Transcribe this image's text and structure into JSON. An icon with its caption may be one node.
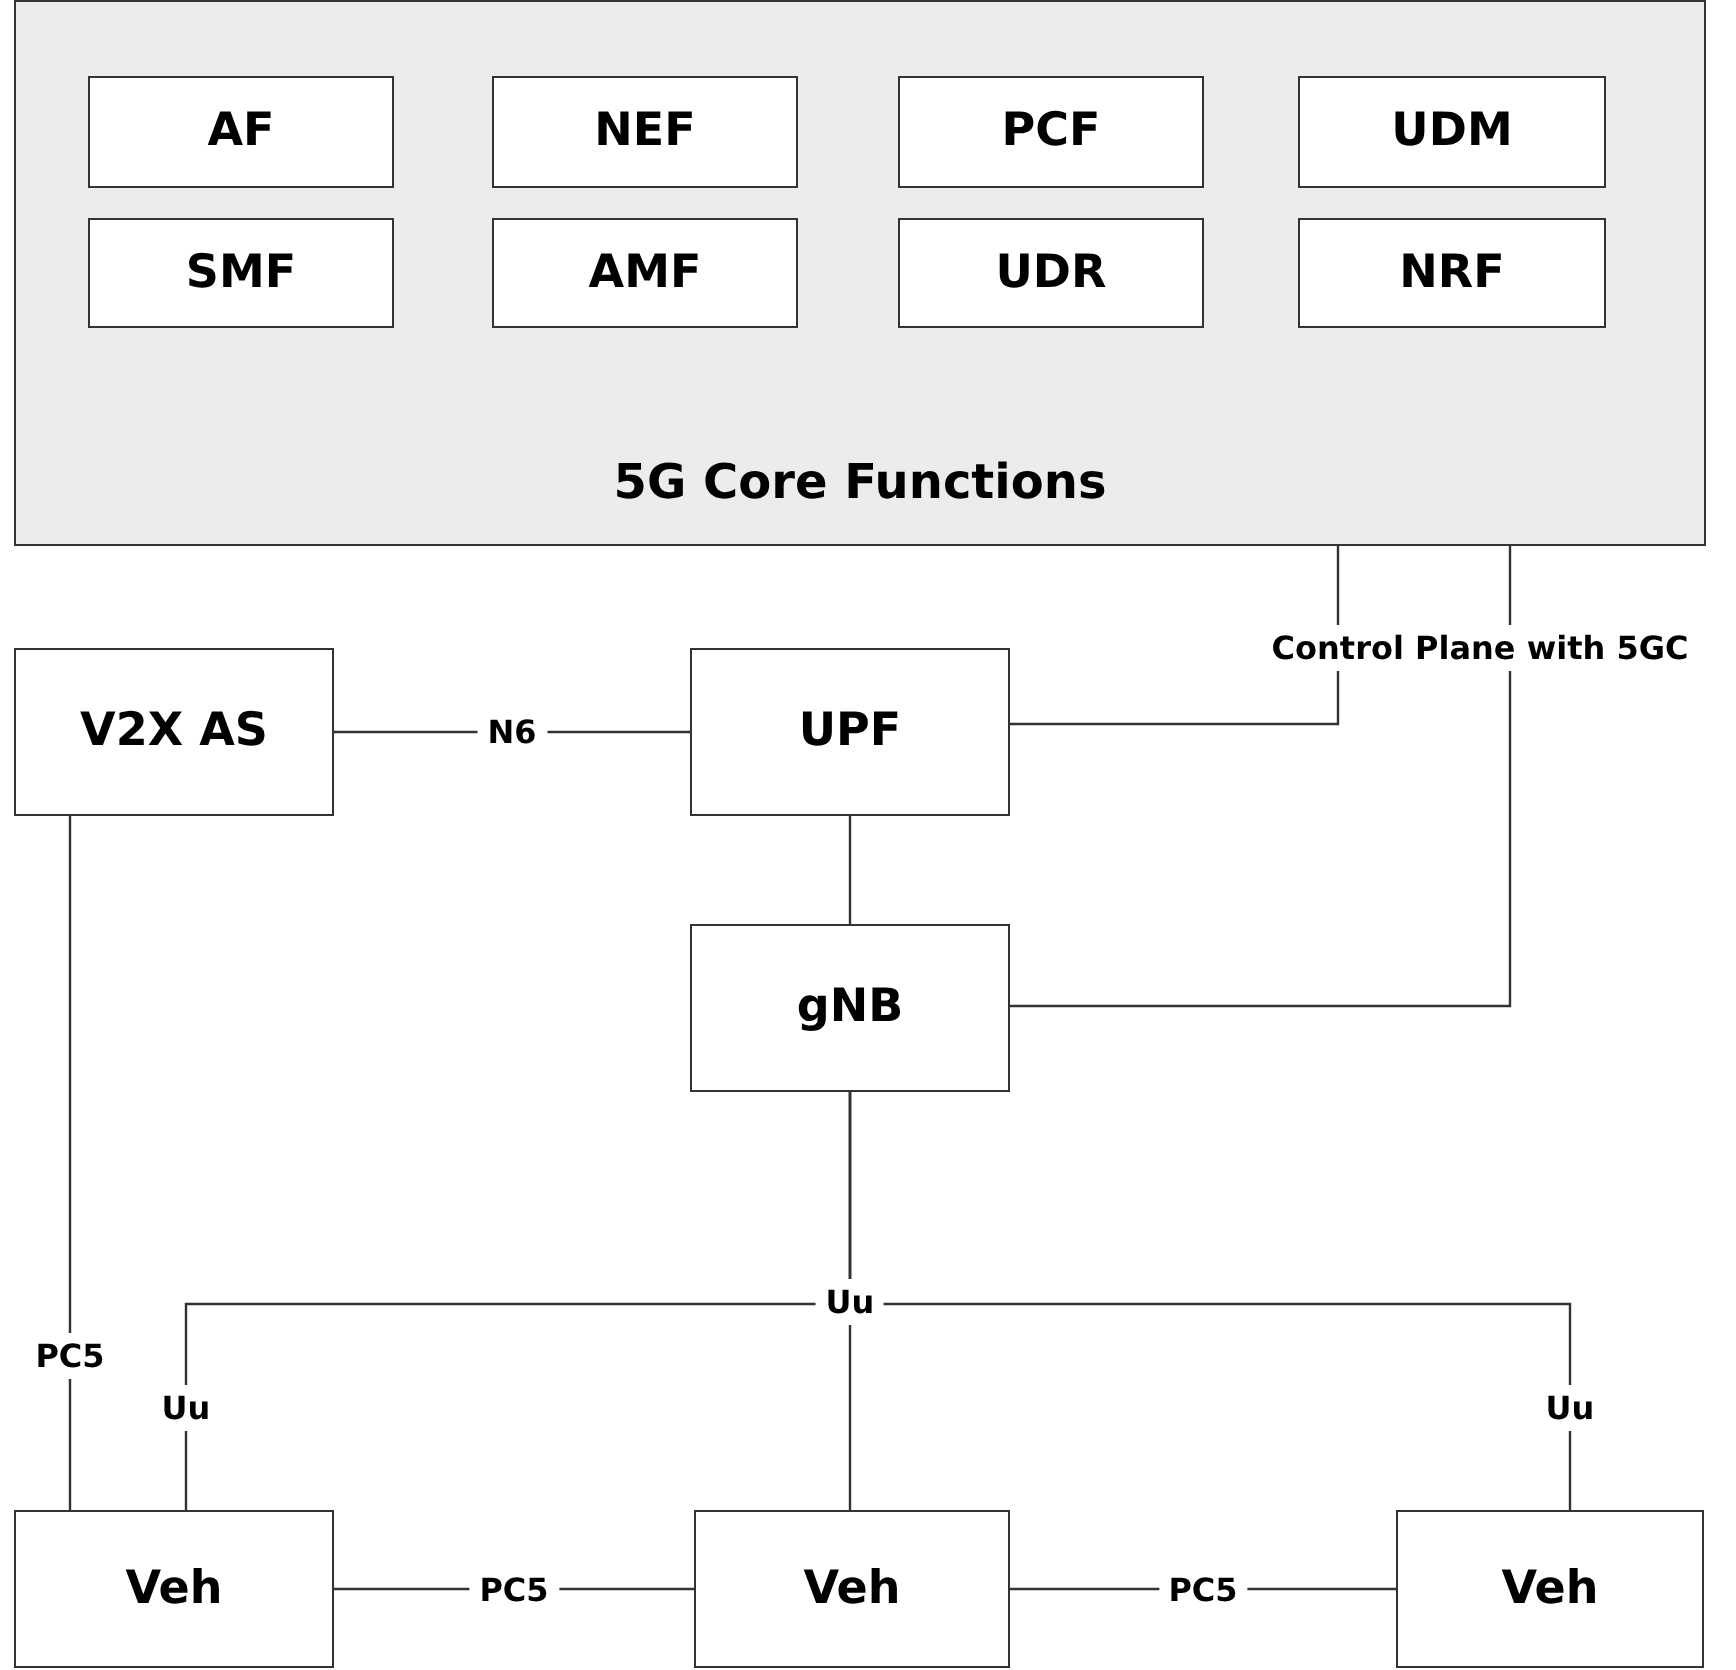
{
  "diagram": {
    "nodes": [
      {
        "text": [
          "5G Core Functions"
        ]
      },
      {
        "text": [
          "AF"
        ],
        "in": 0
      },
      {
        "text": [
          "NEF"
        ],
        "in": 0
      },
      {
        "text": [
          "PCF"
        ],
        "in": 0
      },
      {
        "text": [
          "UDM"
        ],
        "in": 0
      },
      {
        "text": [
          "SMF"
        ],
        "in": 0
      },
      {
        "text": [
          "AMF"
        ],
        "in": 0
      },
      {
        "text": [
          "UDR"
        ],
        "in": 0
      },
      {
        "text": [
          "NRF"
        ],
        "in": 0
      },
      {
        "text": [
          "V2X AS"
        ]
      },
      {
        "text": [
          "UPF"
        ]
      },
      {
        "text": [
          "gNB"
        ]
      },
      {
        "text": [
          "Veh"
        ]
      },
      {
        "text": [
          "Veh"
        ]
      },
      {
        "text": [
          "Veh"
        ]
      }
    ],
    "edges": [
      {
        "from": 9,
        "to": 10,
        "arrow": "none",
        "label": "N6"
      },
      {
        "from": 10,
        "to": 11,
        "arrow": "none"
      },
      {
        "from": 0,
        "to": 10,
        "arrow": "none",
        "label": "Control Plane with 5GC"
      },
      {
        "from": 0,
        "to": 11,
        "arrow": "none"
      },
      {
        "from": 11,
        "to": 12,
        "arrow": "none",
        "label": "Uu"
      },
      {
        "from": 11,
        "to": 13,
        "arrow": "none",
        "label": "Uu"
      },
      {
        "from": 11,
        "to": 14,
        "arrow": "none",
        "label": "Uu"
      },
      {
        "from": 9,
        "to": 12,
        "arrow": "none",
        "label": "PC5"
      },
      {
        "from": 12,
        "to": 13,
        "arrow": "none",
        "label": "PC5"
      },
      {
        "from": 13,
        "to": 14,
        "arrow": "none",
        "label": "PC5"
      }
    ]
  }
}
